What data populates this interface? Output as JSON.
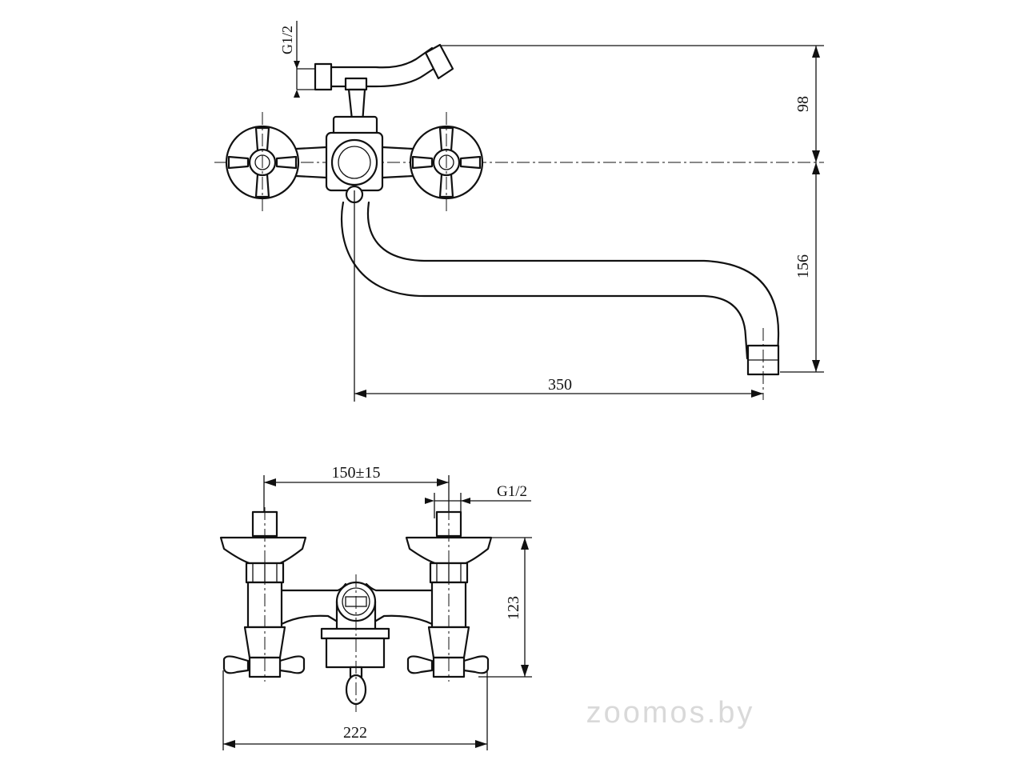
{
  "drawing": {
    "top_view": {
      "thread_label": "G1/2",
      "height_upper": "98",
      "height_lower": "156",
      "spout_reach": "350"
    },
    "front_view": {
      "center_distance": "150±15",
      "thread_label": "G1/2",
      "height": "123",
      "overall_width": "222"
    }
  },
  "watermark": "zoomos.by",
  "colors": {
    "line": "#111111",
    "background": "#ffffff",
    "watermark": "#d9d9d9"
  }
}
